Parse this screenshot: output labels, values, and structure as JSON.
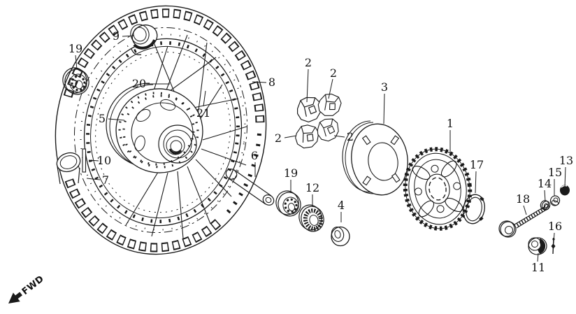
{
  "figure": {
    "fwd_label": "FWD"
  },
  "callouts": [
    {
      "text": "19"
    },
    {
      "text": "9"
    },
    {
      "text": "20"
    },
    {
      "text": "5"
    },
    {
      "text": "21"
    },
    {
      "text": "8"
    },
    {
      "text": "10"
    },
    {
      "text": "7"
    },
    {
      "text": "2"
    },
    {
      "text": "2"
    },
    {
      "text": "2"
    },
    {
      "text": "2"
    },
    {
      "text": "3"
    },
    {
      "text": "1"
    },
    {
      "text": "17"
    },
    {
      "text": "6"
    },
    {
      "text": "19"
    },
    {
      "text": "12"
    },
    {
      "text": "4"
    },
    {
      "text": "18"
    },
    {
      "text": "14"
    },
    {
      "text": "15"
    },
    {
      "text": "13"
    },
    {
      "text": "16"
    },
    {
      "text": "11"
    }
  ]
}
